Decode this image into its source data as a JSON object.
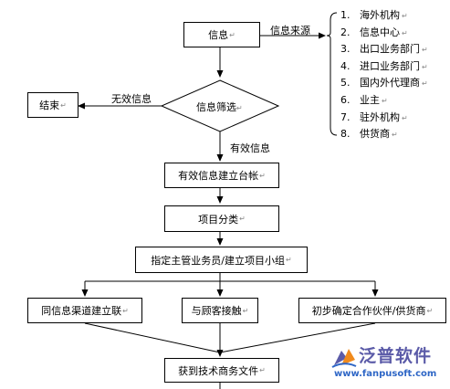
{
  "nodes": {
    "info": "信息",
    "screen": "信息筛选",
    "end": "结束",
    "ledger": "有效信息建立台帐",
    "classify": "项目分类",
    "assign": "指定主管业务员/建立项目小组",
    "channel": "同信息渠道建立联",
    "contact": "与顾客接触",
    "partner": "初步确定合作伙伴/供货商",
    "docs": "获到技术商务文件"
  },
  "edges": {
    "source": "信息来源",
    "invalid": "无效信息",
    "valid": "有效信息"
  },
  "sources": [
    {
      "num": "1.",
      "label": "海外机构"
    },
    {
      "num": "2.",
      "label": "信息中心"
    },
    {
      "num": "3.",
      "label": "出口业务部门"
    },
    {
      "num": "4.",
      "label": "进口业务部门"
    },
    {
      "num": "5.",
      "label": "国内外代理商"
    },
    {
      "num": "6.",
      "label": "业主"
    },
    {
      "num": "7.",
      "label": "驻外机构"
    },
    {
      "num": "8.",
      "label": "供货商"
    }
  ],
  "para_mark": "↵",
  "logo": {
    "name": "泛普软件",
    "url": "www.fanpusoft.com"
  },
  "colors": {
    "line": "#000000",
    "logo_text": "#5b5ba8",
    "logo_url": "#2e66c6",
    "logo_accent": "#f08a1c"
  }
}
